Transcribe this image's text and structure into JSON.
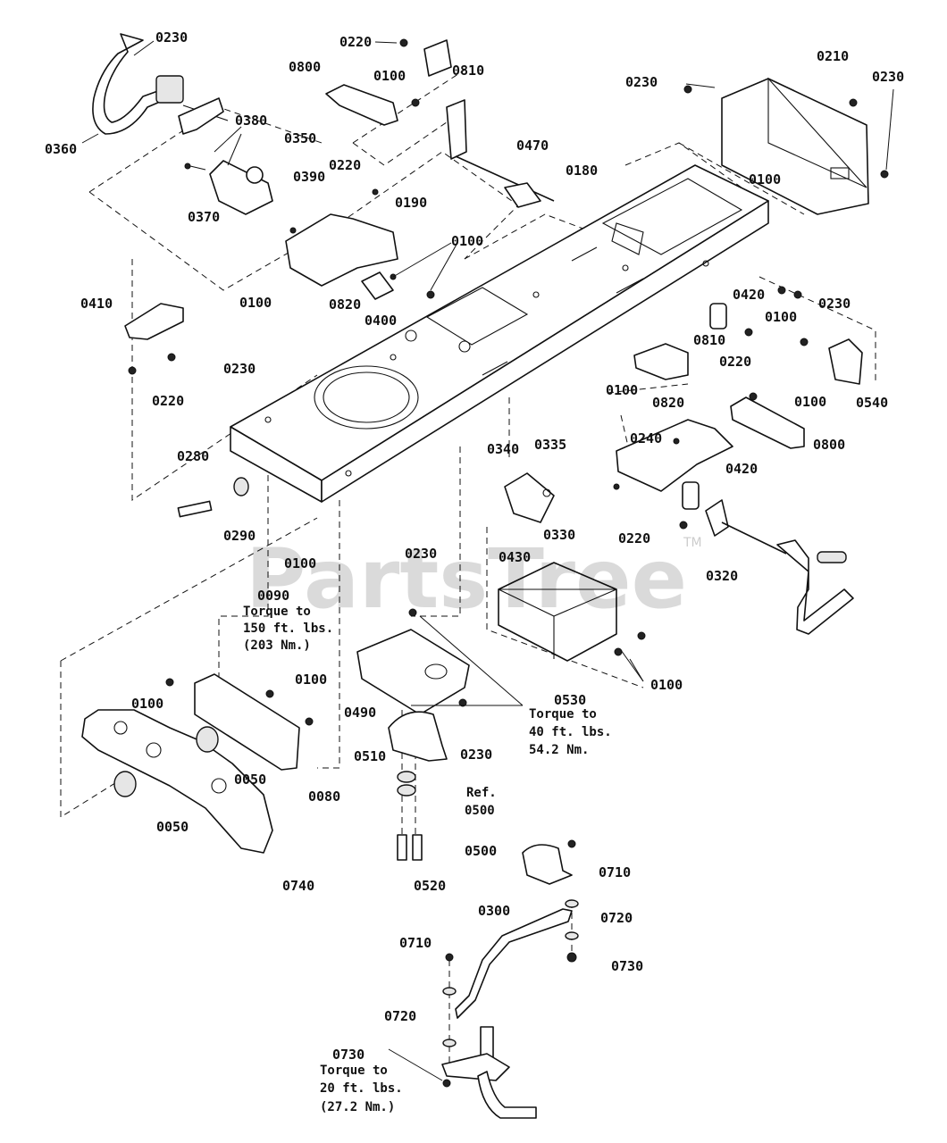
{
  "watermark": "PartsTree",
  "watermark_tm": "TM",
  "labels": {
    "p0230_a": "0230",
    "p0360": "0360",
    "p0220_a": "0220",
    "p0810_a": "0810",
    "p0800_a": "0800",
    "p0100_a": "0100",
    "p0380": "0380",
    "p0350": "0350",
    "p0470": "0470",
    "p0230_b": "0230",
    "p0210": "0210",
    "p0230_c": "0230",
    "p0180": "0180",
    "p0100_b": "0100",
    "p0220_b": "0220",
    "p0390": "0390",
    "p0190": "0190",
    "p0370": "0370",
    "p0100_c": "0100",
    "p0410": "0410",
    "p0100_d": "0100",
    "p0820_a": "0820",
    "p0400": "0400",
    "p0420_a": "0420",
    "p0230_d": "0230",
    "p0100_e": "0100",
    "p0220_c": "0220",
    "p0810_b": "0810",
    "p0230_e": "0230",
    "p0220_d": "0220",
    "p0100_f": "0100",
    "p0540": "0540",
    "p0820_b": "0820",
    "p0100_g": "0100",
    "p0800_b": "0800",
    "p0240": "0240",
    "p0340": "0340",
    "p0335": "0335",
    "p0420_b": "0420",
    "p0280": "0280",
    "p0290": "0290",
    "p0330": "0330",
    "p0220_e": "0220",
    "p0320": "0320",
    "p0100_h": "0100",
    "p0230_f": "0230",
    "p0430": "0430",
    "p0090": "0090",
    "p0100_i": "0100",
    "p0100_j": "0100",
    "p0490": "0490",
    "p0100_k": "0100",
    "p0530": "0530",
    "p0050_a": "0050",
    "p0230_g": "0230",
    "p0080": "0080",
    "p0510": "0510",
    "p0050_b": "0050",
    "p0740": "0740",
    "p0520": "0520",
    "p0500": "0500",
    "p0710_a": "0710",
    "p0300": "0300",
    "p0720_a": "0720",
    "p0730_a": "0730",
    "p0710_b": "0710",
    "p0720_b": "0720",
    "p0730_b": "0730"
  },
  "notes": {
    "n0090_1": "Torque to",
    "n0090_2": "150 ft. lbs.",
    "n0090_3": "(203 Nm.)",
    "n0530_1": "Torque to",
    "n0530_2": "40 ft. lbs.",
    "n0530_3": "54.2 Nm.",
    "nref_1": "Ref.",
    "nref_2": "0500",
    "n0730_1": "Torque to",
    "n0730_2": "20 ft. lbs.",
    "n0730_3": "(27.2 Nm.)"
  }
}
